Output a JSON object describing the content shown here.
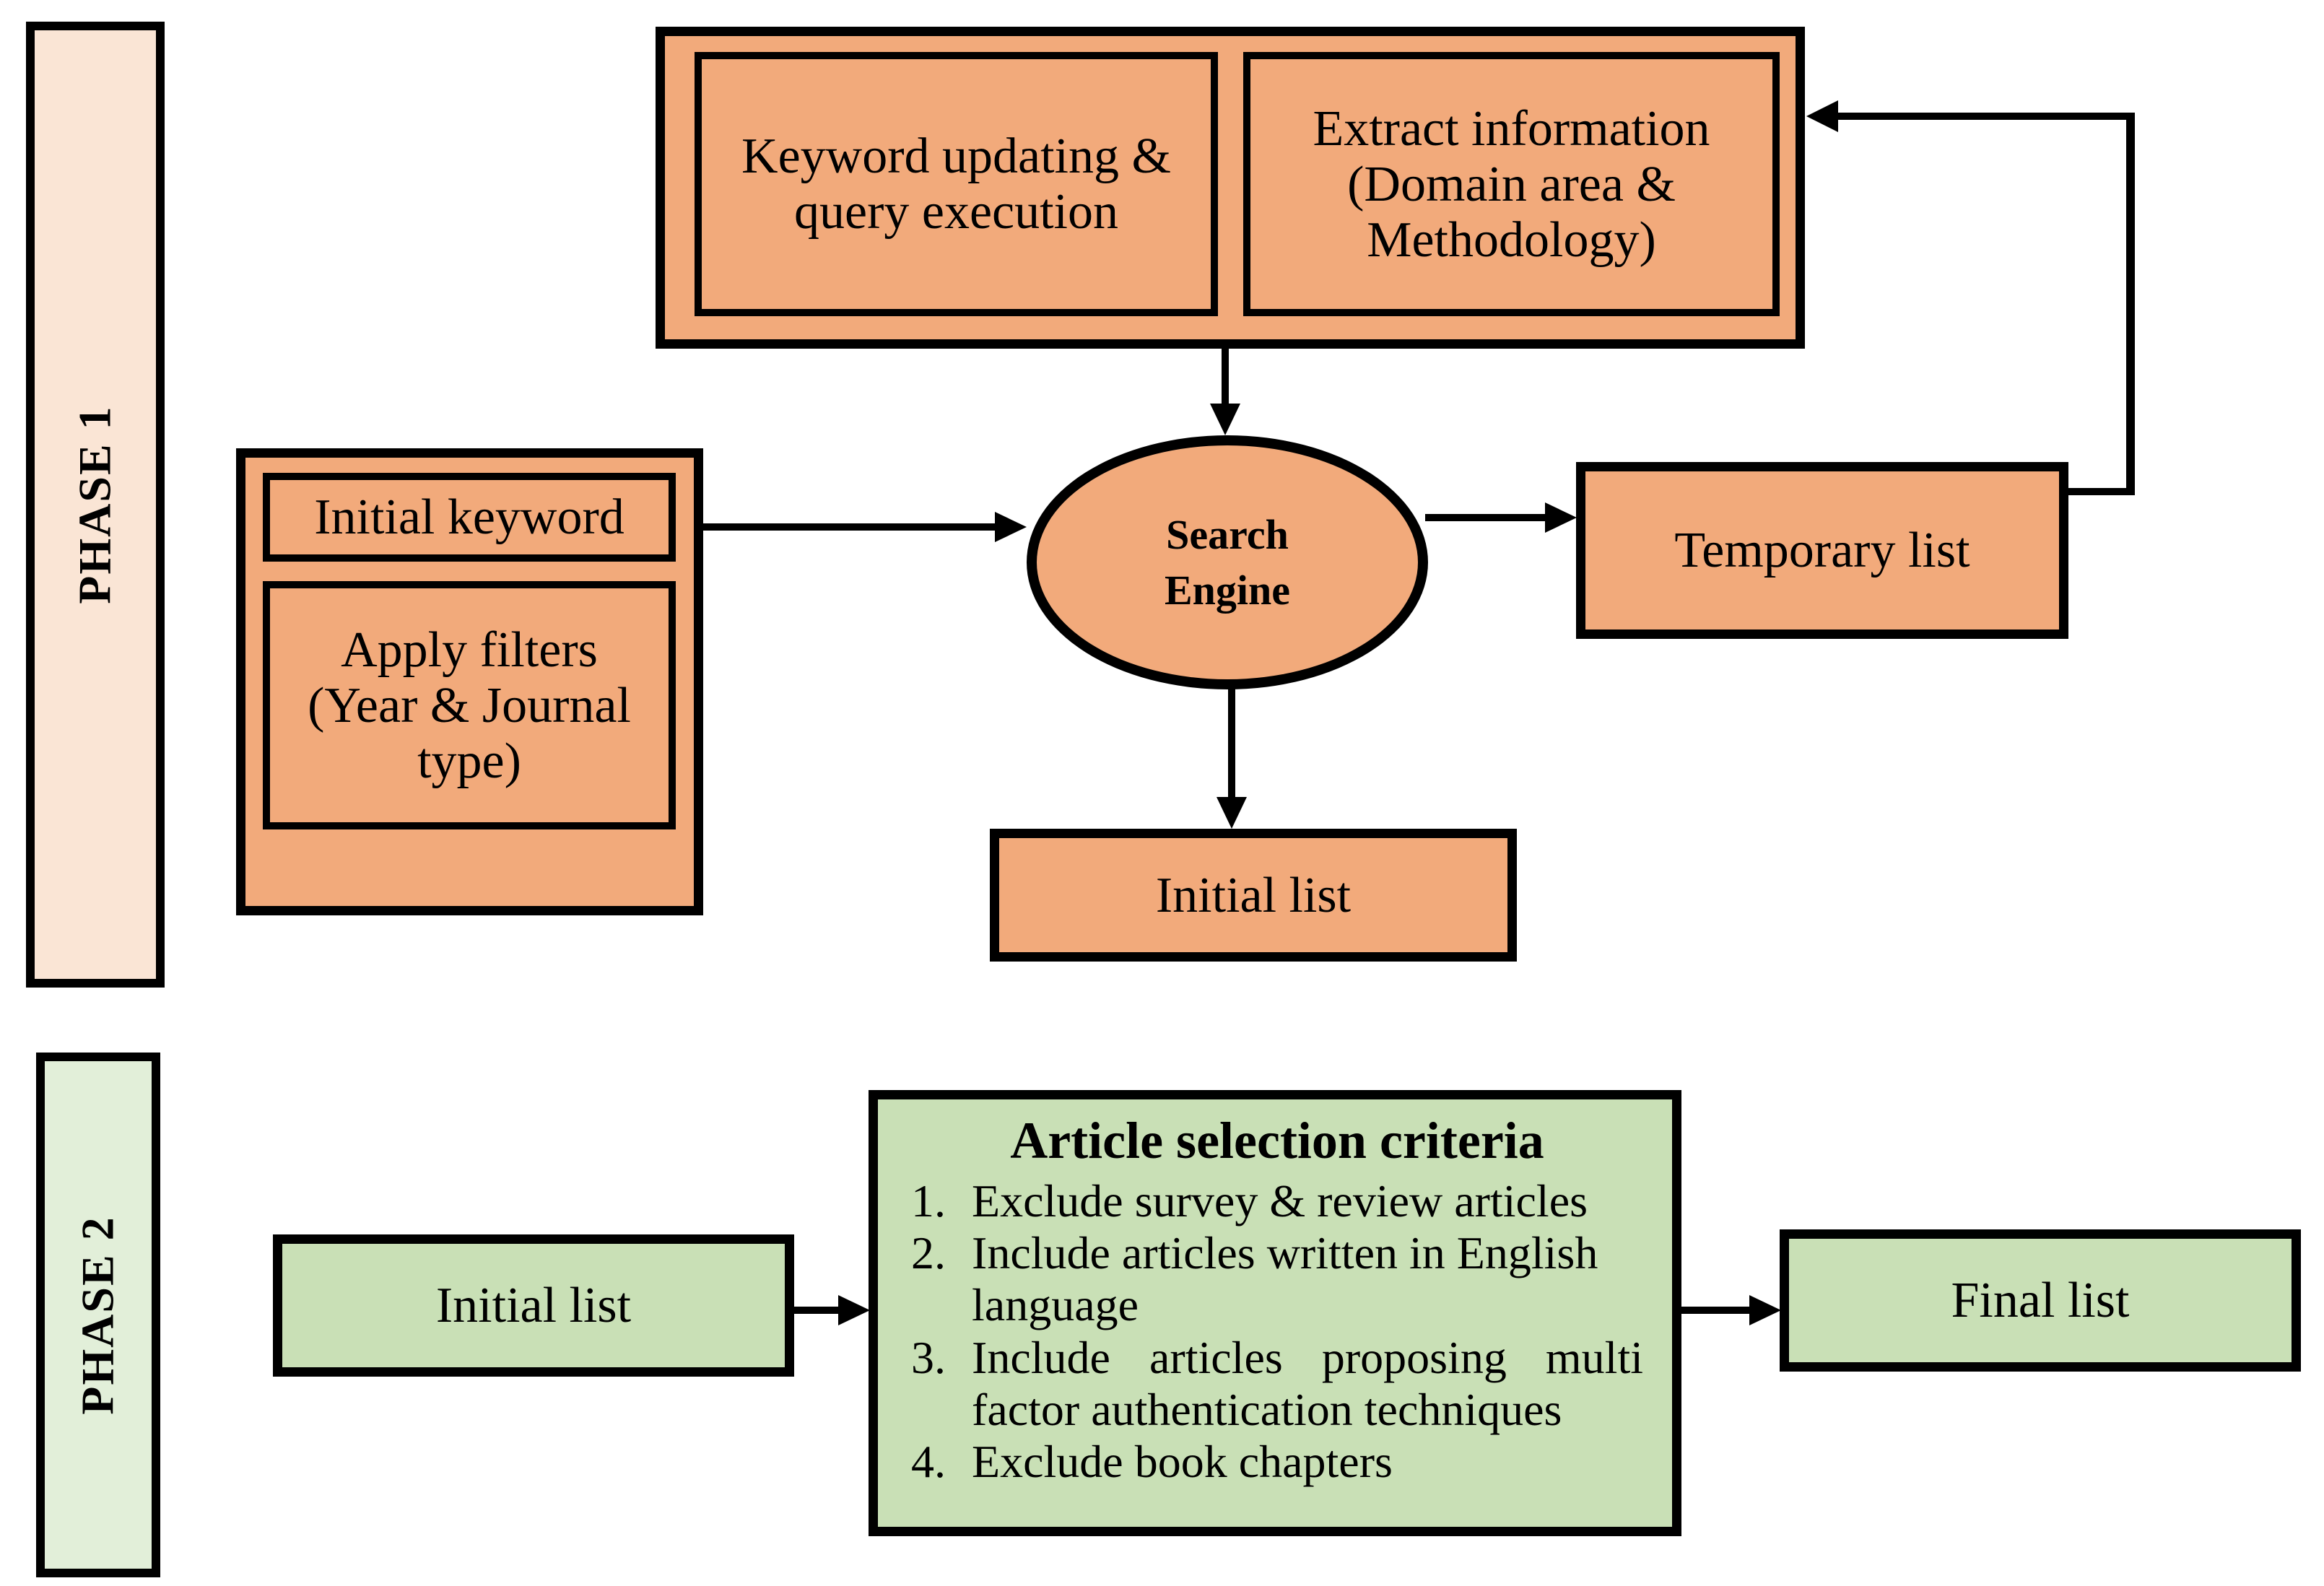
{
  "colors": {
    "orange": "#F2AA7B",
    "orange_light": "#FAE5D5",
    "green": "#C9E0B6",
    "green_light": "#E2EFD9",
    "line": "#000000"
  },
  "phase1": {
    "label": "PHASE 1"
  },
  "phase2": {
    "label": "PHASE 2"
  },
  "top_box": {
    "keyword": {
      "line1": "Keyword updating &",
      "line2": "query execution"
    },
    "extract": {
      "line1": "Extract information",
      "line2": "(Domain area &",
      "line3": "Methodology)"
    }
  },
  "input_box": {
    "initial_keyword": "Initial keyword",
    "filters": {
      "line1": "Apply filters",
      "line2": "(Year & Journal",
      "line3": "type)"
    }
  },
  "search_engine": {
    "line1": "Search",
    "line2": "Engine"
  },
  "temporary_list": {
    "label": "Temporary list"
  },
  "initial_list_phase1": {
    "label": "Initial list"
  },
  "phase2_flow": {
    "initial_list": {
      "label": "Initial list"
    },
    "final_list": {
      "label": "Final list"
    },
    "criteria": {
      "title": "Article selection criteria",
      "items": [
        {
          "num": "1.",
          "text": "Exclude survey & review articles"
        },
        {
          "num": "2.",
          "text": "Include articles written in English language"
        },
        {
          "num": "3.",
          "text": "Include articles proposing multi factor authentication techniques"
        },
        {
          "num": "4.",
          "text": "Exclude book chapters"
        }
      ]
    }
  }
}
